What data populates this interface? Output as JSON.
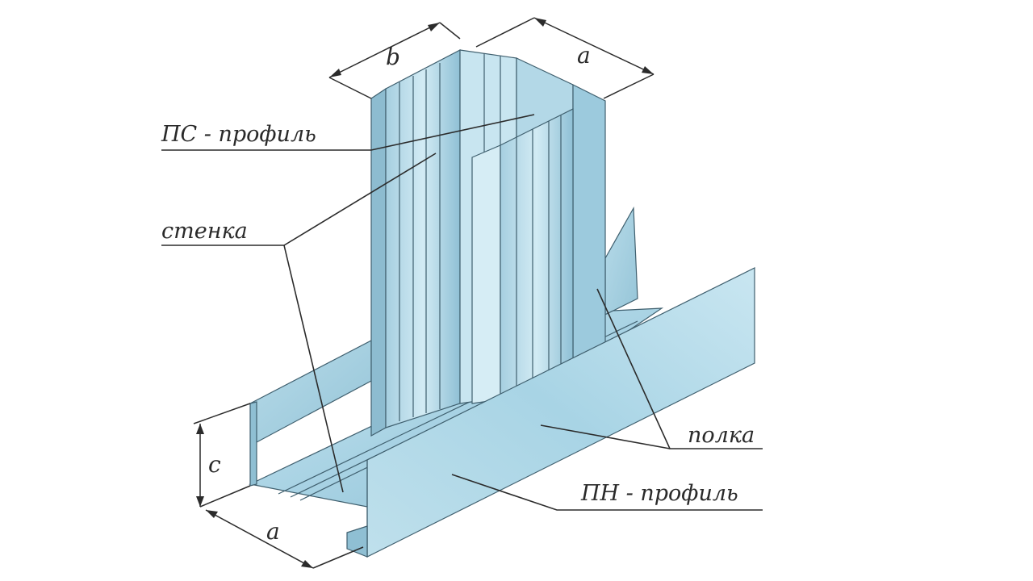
{
  "labels": {
    "ps_profile": "ПС - профиль",
    "wall": "стенка",
    "flange": "полка",
    "pn_profile": "ПН - профиль"
  },
  "dimensions": {
    "b": "b",
    "a_top": "a",
    "c": "c",
    "a_bottom": "a"
  },
  "colors": {
    "metal_light": "#c4e2ee",
    "metal_mid": "#9fcde0",
    "metal_dark": "#6f9fb3",
    "line": "#2b2b2b"
  }
}
